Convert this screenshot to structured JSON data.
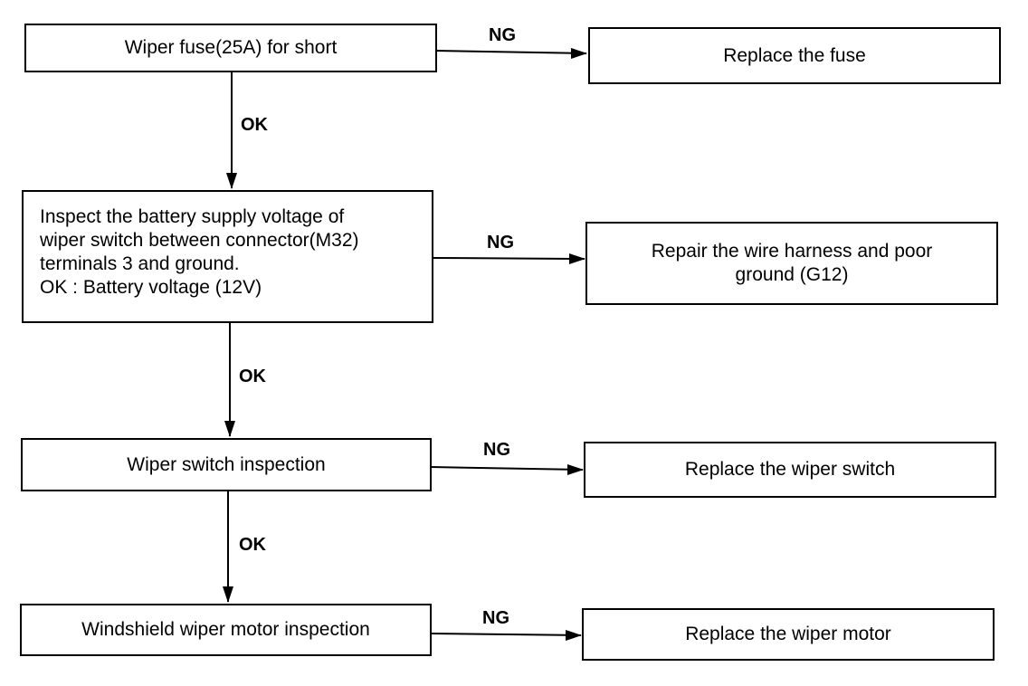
{
  "steps": [
    {
      "check": [
        "Wiper fuse(25A) for short"
      ],
      "fail_label": "NG",
      "action": [
        "Replace the fuse"
      ],
      "pass_label": "OK"
    },
    {
      "check": [
        "Inspect the battery supply voltage of",
        "wiper switch between connector(M32)",
        "terminals 3 and ground.",
        "OK : Battery voltage (12V)"
      ],
      "fail_label": "NG",
      "action": [
        "Repair the wire harness and poor",
        "ground (G12)"
      ],
      "pass_label": "OK"
    },
    {
      "check": [
        "Wiper switch inspection"
      ],
      "fail_label": "NG",
      "action": [
        "Replace the wiper switch"
      ],
      "pass_label": "OK"
    },
    {
      "check": [
        "Windshield wiper motor inspection"
      ],
      "fail_label": "NG",
      "action": [
        "Replace the wiper motor"
      ]
    }
  ]
}
